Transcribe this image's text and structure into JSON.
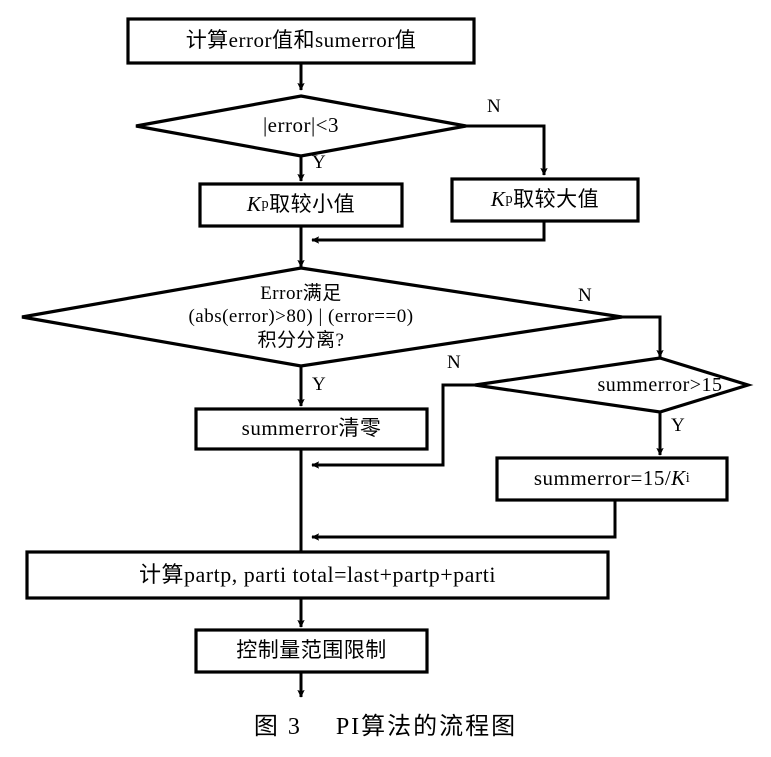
{
  "figure": {
    "caption": "图 3  PI算法的流程图",
    "caption_number": "图 3",
    "caption_title": "PI算法的流程图"
  },
  "nodes": {
    "calc_error": {
      "type": "process",
      "label": "计算error值和sumerror值"
    },
    "error_lt_3": {
      "type": "decision",
      "label": "|error|<3"
    },
    "kp_small": {
      "type": "process",
      "label_prefix": "K",
      "label_sub": "p",
      "label_suffix": "取较小值",
      "label": "Kp取较小值"
    },
    "kp_large": {
      "type": "process",
      "label_prefix": "K",
      "label_sub": "p",
      "label_suffix": "取较大值",
      "label": "Kp取较大值"
    },
    "error_condition": {
      "type": "decision",
      "line1": "Error满足",
      "line2": "(abs(error)>80) | (error==0)",
      "line3": "积分分离?",
      "label": "Error满足 (abs(error)>80) | (error==0) 积分分离?"
    },
    "summerror_gt_15": {
      "type": "decision",
      "label": "summerror>15"
    },
    "summerror_clear": {
      "type": "process",
      "label": "summerror清零"
    },
    "summerror_assign": {
      "type": "process",
      "label_prefix": "summerror=15/",
      "label_ital": "K",
      "label_sub": "i",
      "label": "summerror=15/Ki"
    },
    "calc_parts": {
      "type": "process",
      "label": "计算partp, parti  total=last+partp+parti"
    },
    "limit_output": {
      "type": "process",
      "label": "控制量范围限制"
    }
  },
  "branch_labels": {
    "error_lt_3_no": "N",
    "error_lt_3_yes": "Y",
    "error_condition_no": "N",
    "error_condition_yes": "Y",
    "summerror_no": "N",
    "summerror_yes": "Y"
  },
  "colors": {
    "stroke": "#000000",
    "fill": "#ffffff",
    "text": "#000000"
  }
}
